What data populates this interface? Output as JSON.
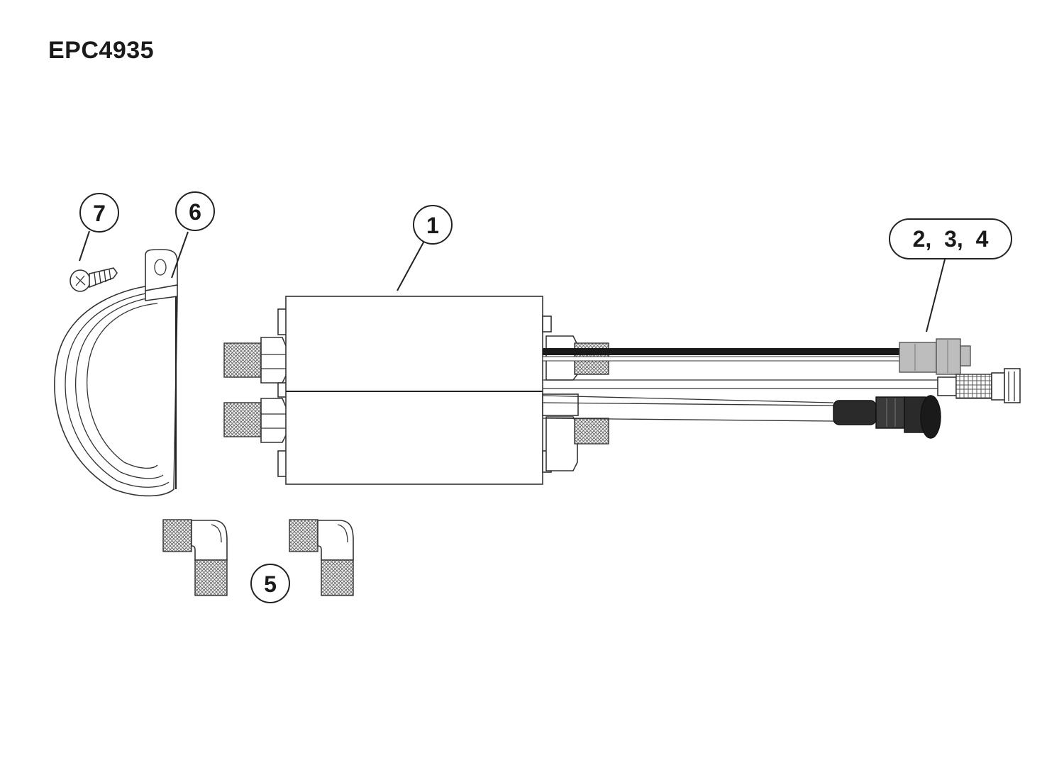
{
  "title": "EPC4935",
  "callouts": {
    "c1": "1",
    "c234": "2,  3,  4",
    "c5": "5",
    "c6": "6",
    "c7": "7"
  },
  "colors": {
    "line": "#222222",
    "wire_dark": "#1a1a1a",
    "connector_gray": "#bdbdbd",
    "connector_dark": "#2a2a2a"
  },
  "icons": {
    "screw": "screw-icon",
    "clamp": "clamp-icon",
    "sensor_body": "sensor-body-icon",
    "elbow_fitting": "elbow-fitting-icon"
  }
}
